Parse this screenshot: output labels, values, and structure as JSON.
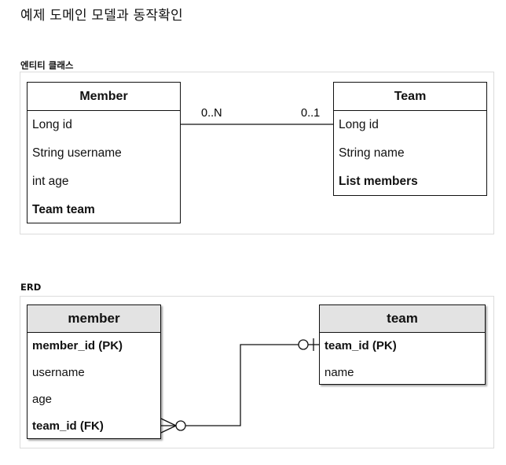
{
  "page_title": "예제 도메인 모델과 동작확인",
  "entity_class_section": {
    "label": "엔티티 클래스",
    "member": {
      "title": "Member",
      "fields": [
        "Long id",
        "String username",
        "int age",
        "Team team"
      ]
    },
    "team": {
      "title": "Team",
      "fields": [
        "Long id",
        "String name",
        "List members"
      ]
    },
    "relation": {
      "left_multiplicity": "0..N",
      "right_multiplicity": "0..1"
    }
  },
  "erd_section": {
    "label": "ERD",
    "member": {
      "title": "member",
      "fields": [
        "member_id (PK)",
        "username",
        "age",
        "team_id (FK)"
      ]
    },
    "team": {
      "title": "team",
      "fields": [
        "team_id (PK)",
        "name"
      ]
    }
  }
}
